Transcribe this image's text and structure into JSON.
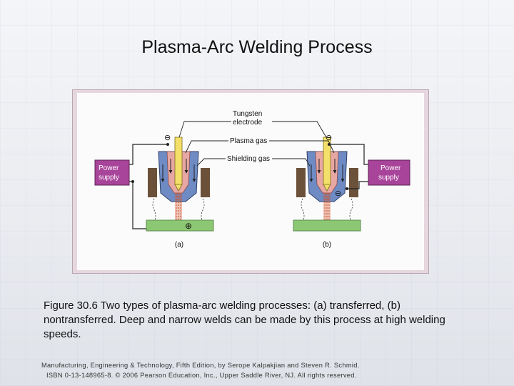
{
  "title": "Plasma-Arc Welding Process",
  "figure": {
    "labels": {
      "tungsten_line1": "Tungsten",
      "tungsten_line2": "electrode",
      "plasma_gas": "Plasma gas",
      "shielding_gas": "Shielding gas",
      "power_left_line1": "Power",
      "power_left_line2": "supply",
      "power_right_line1": "Power",
      "power_right_line2": "supply",
      "sub_a": "(a)",
      "sub_b": "(b)",
      "minus_symbol": "⊖",
      "plus_symbol": "⊕"
    },
    "colors": {
      "power_box": "#a8449a",
      "workpiece": "#8cc873",
      "nozzle_body": "#6e8bc4",
      "inner_orifice": "#e7a7a2",
      "electrode": "#f2e06a",
      "shield_cup": "#6b5139",
      "plasma_arc": "#d2552e"
    }
  },
  "caption": "Figure 30.6 Two types of plasma-arc welding processes: (a) transferred, (b) nontransferred. Deep and narrow welds can be made by this process at high welding speeds.",
  "footer": {
    "line1": "Manufacturing, Engineering & Technology, Fifth Edition, by Serope Kalpakjian and Steven R. Schmid.",
    "line2": "ISBN 0-13-148965-8. © 2006 Pearson Education, Inc., Upper Saddle River, NJ. All rights reserved."
  }
}
